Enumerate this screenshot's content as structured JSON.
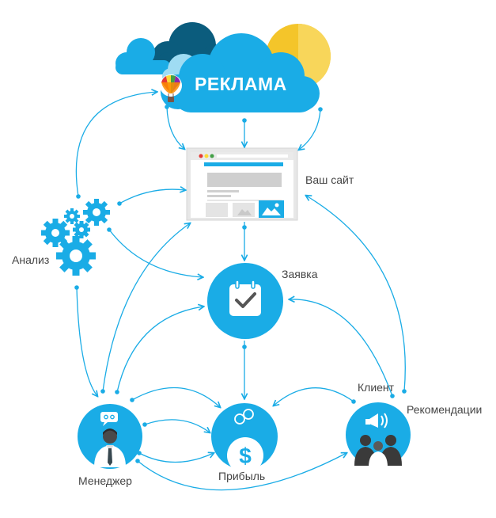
{
  "colors": {
    "primary": "#1aace6",
    "cloud_dark": "#0b5c7d",
    "cloud_light": "#9fdcf3",
    "sun": "#f4c52a",
    "text": "#444444",
    "white": "#ffffff"
  },
  "nodes": {
    "ad": {
      "title": "РЕКЛАМА",
      "icon": "cloud-icon"
    },
    "site": {
      "label": "Ваш сайт",
      "icon": "browser-window-icon"
    },
    "analysis": {
      "label": "Анализ",
      "icon": "gears-icon"
    },
    "request": {
      "label": "Заявка",
      "icon": "calendar-check-icon"
    },
    "manager": {
      "label": "Менеджер",
      "icon": "manager-icon"
    },
    "profit": {
      "label": "Прибыль",
      "icon": "dollar-icon"
    },
    "client": {
      "label": "Клиент",
      "icon": "client-group-icon"
    },
    "recommendations": {
      "label": "Рекомендации",
      "icon": "megaphone-icon"
    }
  }
}
